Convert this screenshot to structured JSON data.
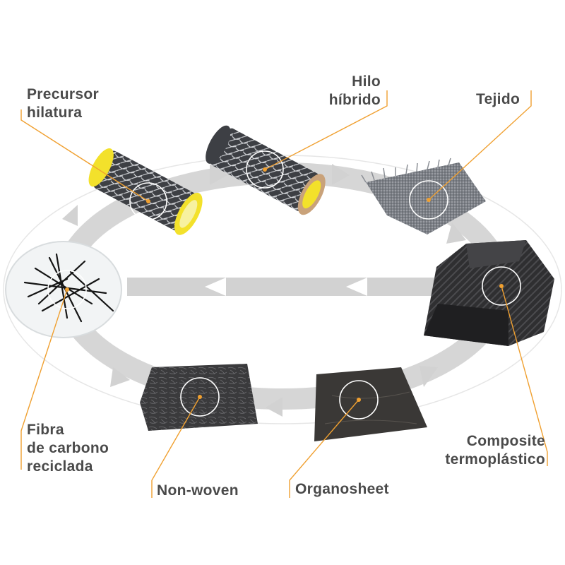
{
  "colors": {
    "accent": "#f0a030",
    "text": "#4a4a4a",
    "arrow": "#d2d2d2",
    "carbon": "#2a2a2a",
    "spool_yellow": "#f3e12b"
  },
  "labels": {
    "precursor": [
      "Precursor",
      "hilatura"
    ],
    "hilo": [
      "Hilo",
      "híbrido"
    ],
    "tejido": [
      "Tejido"
    ],
    "composite": [
      "Composite",
      "termoplástico"
    ],
    "fibra": [
      "Fibra",
      "de carbono",
      "reciclada"
    ],
    "nonwoven": [
      "Non-woven"
    ],
    "organosheet": [
      "Organosheet"
    ]
  },
  "icons": {
    "cycle": "circular-arrow-cycle-icon",
    "spool": "yarn-spool-icon",
    "fabric": "woven-fabric-icon",
    "composite": "composite-part-icon",
    "fiber": "recycled-fiber-dish-icon",
    "felt": "nonwoven-felt-icon",
    "sheet": "organosheet-icon"
  }
}
